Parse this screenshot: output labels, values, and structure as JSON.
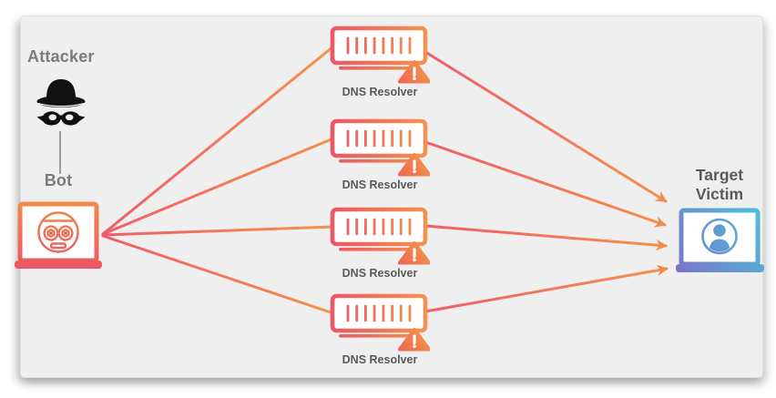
{
  "diagram": {
    "title_context": "DNS amplification DDoS attack diagram",
    "attacker": {
      "label": "Attacker",
      "icon": "spy-hat-mask-icon"
    },
    "bot": {
      "label": "Bot",
      "icon": "bot-laptop-icon"
    },
    "resolvers": [
      {
        "label": "DNS Resolver",
        "icon": "server-icon",
        "status_icon": "warning-triangle-icon"
      },
      {
        "label": "DNS Resolver",
        "icon": "server-icon",
        "status_icon": "warning-triangle-icon"
      },
      {
        "label": "DNS Resolver",
        "icon": "server-icon",
        "status_icon": "warning-triangle-icon"
      },
      {
        "label": "DNS Resolver",
        "icon": "server-icon",
        "status_icon": "warning-triangle-icon"
      }
    ],
    "target": {
      "label_line1": "Target",
      "label_line2": "Victim",
      "icon": "victim-laptop-person-icon"
    },
    "edges": {
      "bot_to_resolvers_count": 4,
      "resolvers_to_target_count": 4,
      "bot_lines_have_arrowheads": false,
      "target_lines_have_arrowheads": true
    },
    "colors": {
      "page_bg": "#FFFFFF",
      "panel_bg": "#F0EFEF",
      "label_gray_light": "#7B7B7C",
      "label_gray_dark": "#58595B",
      "edge_red_pink": "#EC5A68",
      "edge_orange": "#F5944C",
      "warning_triangle_orange": "#F0874D",
      "victim_purple": "#7B72C6",
      "victim_cyan": "#48C4DC",
      "attacker_black": "#111111",
      "connector_gray": "#9C9C9C"
    }
  }
}
